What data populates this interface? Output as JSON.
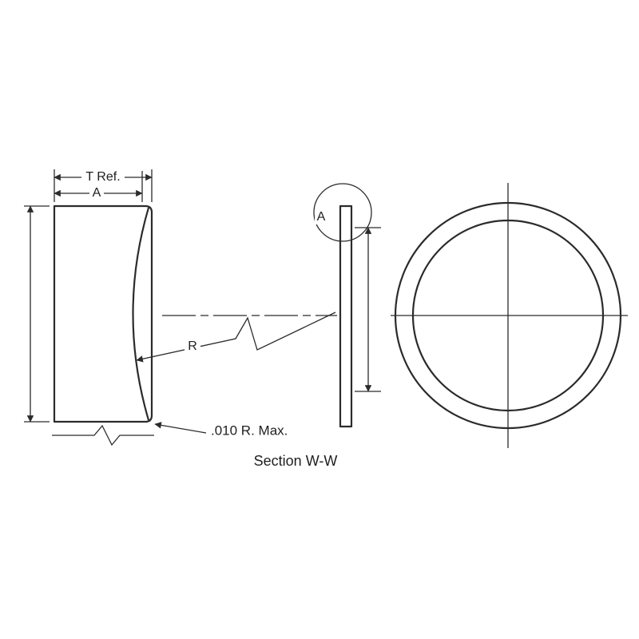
{
  "drawing": {
    "title": "Section W-W",
    "labels": {
      "thickness_ref": "T Ref.",
      "dim_a": "A",
      "detail_a": "A",
      "radius": "R",
      "corner_radius_note": ".010 R. Max."
    },
    "views": {
      "left": "section-profile-with-concave-face",
      "middle": "edge-view-thin-disc",
      "right": "front-view-concentric-ring"
    },
    "colors": {
      "line": "#2b2b2b",
      "text": "#1f1f1f",
      "background": "#ffffff"
    }
  }
}
